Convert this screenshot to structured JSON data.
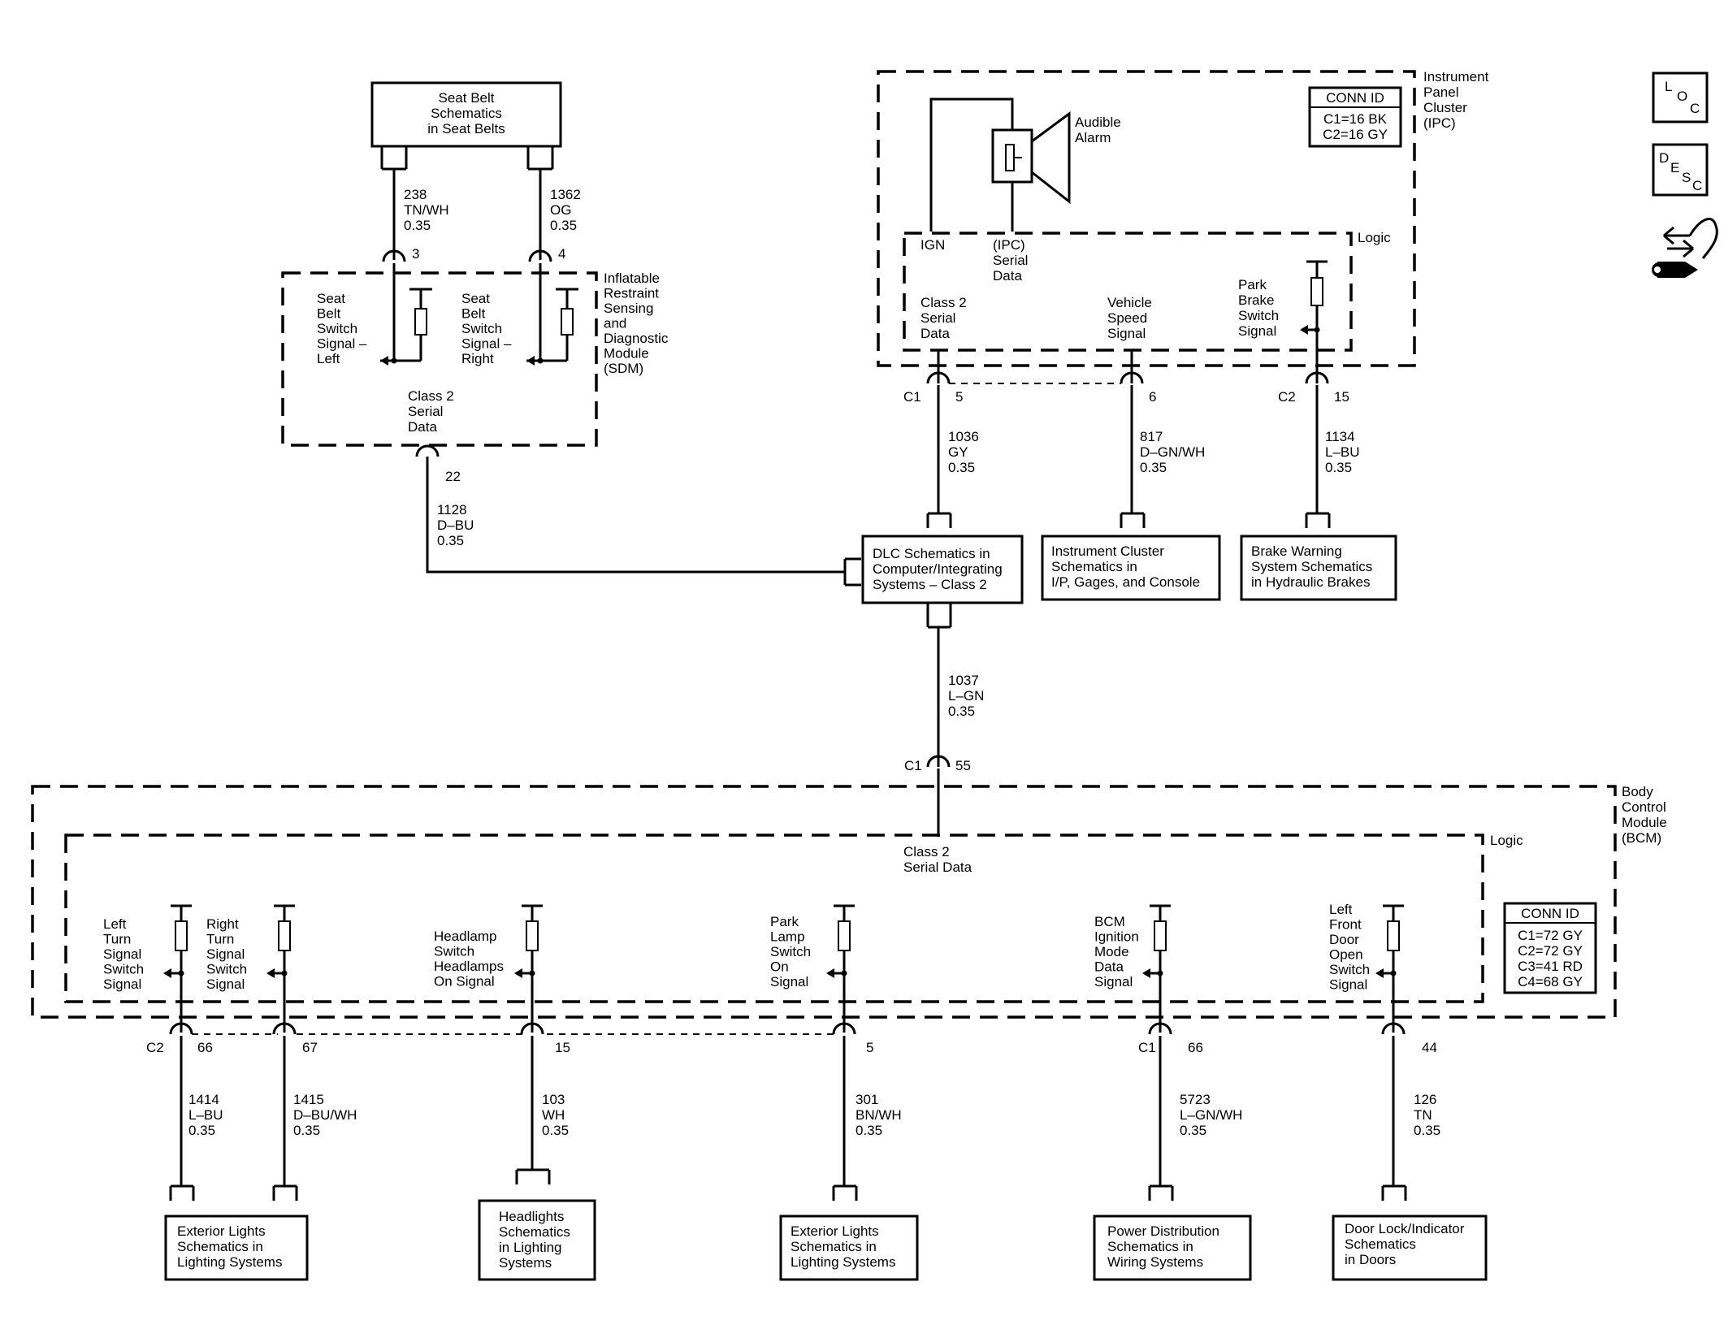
{
  "boxes": {
    "seat_belt": [
      "Seat Belt",
      "Schematics",
      "in Seat Belts"
    ],
    "dlc": [
      "DLC Schematics in",
      "Computer/Integrating",
      "Systems – Class 2"
    ],
    "inst_cluster": [
      "Instrument Cluster",
      "Schematics in",
      "I/P, Gages, and Console"
    ],
    "brake_warning": [
      "Brake Warning",
      "System Schematics",
      "in Hydraulic Brakes"
    ],
    "exterior_lights_1": [
      "Exterior Lights",
      "Schematics in",
      "Lighting Systems"
    ],
    "headlights": [
      "Headlights",
      "Schematics",
      "in Lighting",
      "Systems"
    ],
    "exterior_lights_2": [
      "Exterior Lights",
      "Schematics in",
      "Lighting Systems"
    ],
    "power_distribution": [
      "Power Distribution",
      "Schematics in",
      "Wiring Systems"
    ],
    "door_lock": [
      "Door Lock/Indicator",
      "Schematics",
      "in Doors"
    ]
  },
  "modules": {
    "sdm": [
      "Inflatable",
      "Restraint",
      "Sensing",
      "and",
      "Diagnostic",
      "Module",
      "(SDM)"
    ],
    "ipc": [
      "Instrument",
      "Panel",
      "Cluster",
      "(IPC)"
    ],
    "bcm": [
      "Body",
      "Control",
      "Module",
      "(BCM)"
    ]
  },
  "logic_label": "Logic",
  "conn_id": {
    "ipc": {
      "title": "CONN ID",
      "rows": [
        "C1=16 BK",
        "C2=16 GY"
      ]
    },
    "bcm": {
      "title": "CONN ID",
      "rows": [
        "C1=72 GY",
        "C2=72 GY",
        "C3=41 RD",
        "C4=68 GY"
      ]
    }
  },
  "signals": {
    "sdm_left": [
      "Seat",
      "Belt",
      "Switch",
      "Signal –",
      "Left"
    ],
    "sdm_right": [
      "Seat",
      "Belt",
      "Switch",
      "Signal –",
      "Right"
    ],
    "sdm_class2": [
      "Class 2",
      "Serial",
      "Data"
    ],
    "ipc_ign": [
      "IGN"
    ],
    "ipc_serial": [
      "(IPC)",
      "Serial",
      "Data"
    ],
    "audible_alarm": [
      "Audible",
      "Alarm"
    ],
    "ipc_class2": [
      "Class 2",
      "Serial",
      "Data"
    ],
    "ipc_vss": [
      "Vehicle",
      "Speed",
      "Signal"
    ],
    "ipc_park": [
      "Park",
      "Brake",
      "Switch",
      "Signal"
    ],
    "bcm_class2": [
      "Class 2",
      "Serial Data"
    ],
    "bcm_left_turn": [
      "Left",
      "Turn",
      "Signal",
      "Switch",
      "Signal"
    ],
    "bcm_right_turn": [
      "Right",
      "Turn",
      "Signal",
      "Switch",
      "Signal"
    ],
    "bcm_headlamp": [
      "Headlamp",
      "Switch",
      "Headlamps",
      "On Signal"
    ],
    "bcm_park_lamp": [
      "Park",
      "Lamp",
      "Switch",
      "On",
      "Signal"
    ],
    "bcm_ignition": [
      "BCM",
      "Ignition",
      "Mode",
      "Data",
      "Signal"
    ],
    "bcm_door": [
      "Left",
      "Front",
      "Door",
      "Open",
      "Switch",
      "Signal"
    ]
  },
  "pins": {
    "sdm_3": "3",
    "sdm_4": "4",
    "sdm_22": "22",
    "ipc_c1": "C1",
    "ipc_5": "5",
    "ipc_6": "6",
    "ipc_c2": "C2",
    "ipc_15": "15",
    "bcm_top_c1": "C1",
    "bcm_55": "55",
    "bcm_c2": "C2",
    "bcm_66a": "66",
    "bcm_67": "67",
    "bcm_15": "15",
    "bcm_5": "5",
    "bcm_c1": "C1",
    "bcm_66b": "66",
    "bcm_44": "44"
  },
  "wires": {
    "w238": [
      "238",
      "TN/WH",
      "0.35"
    ],
    "w1362": [
      "1362",
      "OG",
      "0.35"
    ],
    "w1128": [
      "1128",
      "D–BU",
      "0.35"
    ],
    "w1036": [
      "1036",
      "GY",
      "0.35"
    ],
    "w817": [
      "817",
      "D–GN/WH",
      "0.35"
    ],
    "w1134": [
      "1134",
      "L–BU",
      "0.35"
    ],
    "w1037": [
      "1037",
      "L–GN",
      "0.35"
    ],
    "w1414": [
      "1414",
      "L–BU",
      "0.35"
    ],
    "w1415": [
      "1415",
      "D–BU/WH",
      "0.35"
    ],
    "w103": [
      "103",
      "WH",
      "0.35"
    ],
    "w301": [
      "301",
      "BN/WH",
      "0.35"
    ],
    "w5723": [
      "5723",
      "L–GN/WH",
      "0.35"
    ],
    "w126": [
      "126",
      "TN",
      "0.35"
    ]
  },
  "side_icons": {
    "loc": [
      "L",
      "O",
      "C"
    ],
    "desc": [
      "D",
      "E",
      "S",
      "C"
    ],
    "nav_icon": "arrows-wrench-icon"
  }
}
